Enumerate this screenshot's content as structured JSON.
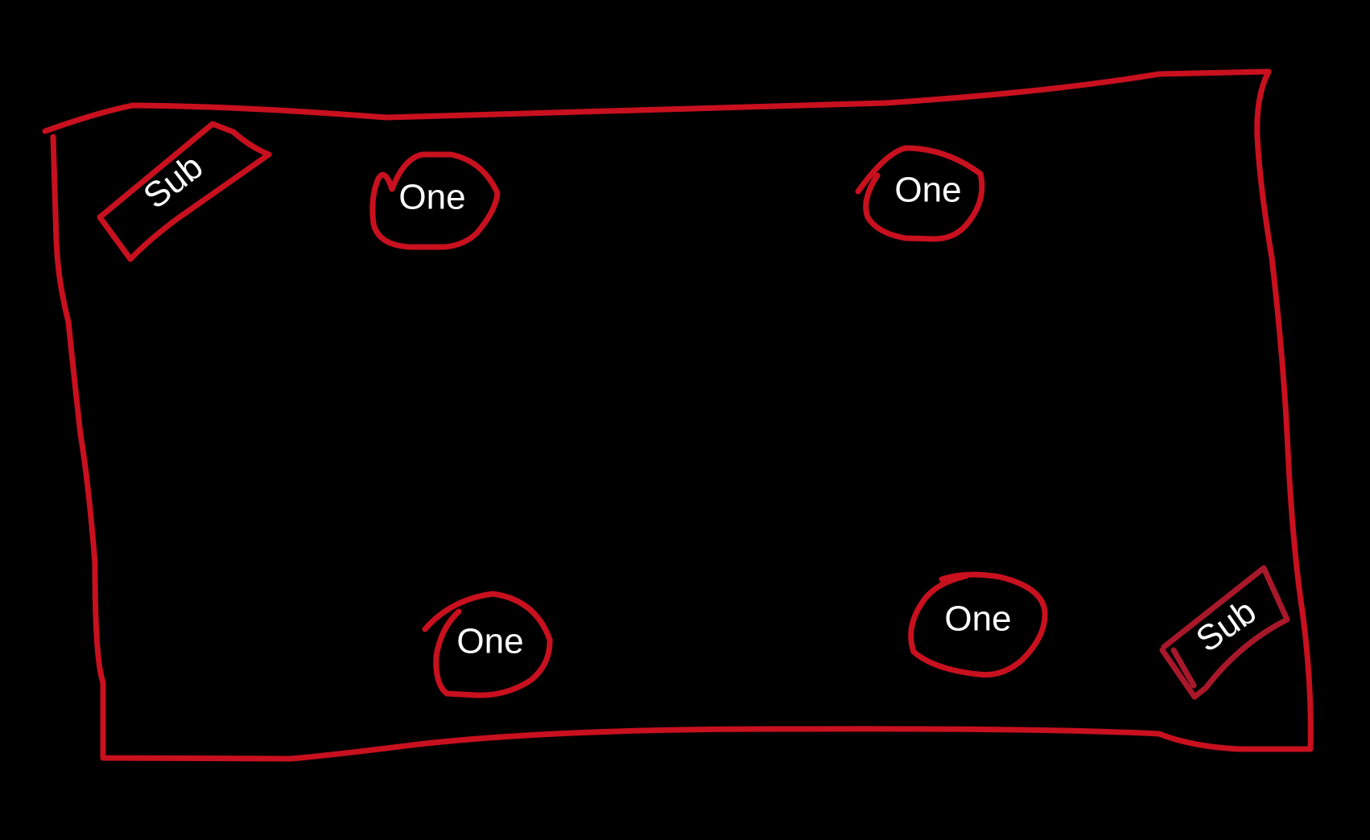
{
  "diagram": {
    "stroke_color": "#c8101e",
    "background_color": "#000000",
    "text_color": "#ffffff",
    "nodes": [
      {
        "kind": "sub",
        "label": "Sub"
      },
      {
        "kind": "one",
        "label": "One"
      },
      {
        "kind": "one",
        "label": "One"
      },
      {
        "kind": "one",
        "label": "One"
      },
      {
        "kind": "one",
        "label": "One"
      },
      {
        "kind": "sub",
        "label": "Sub"
      }
    ]
  }
}
